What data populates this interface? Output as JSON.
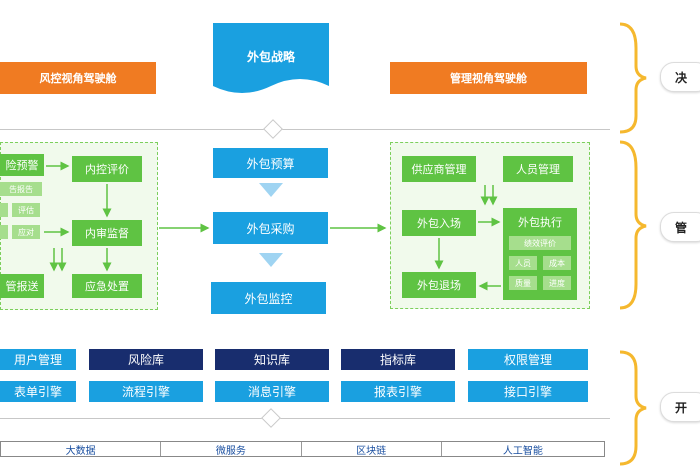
{
  "top": {
    "strategy": "外包战略",
    "left_cockpit": "风控视角驾驶舱",
    "right_cockpit": "管理视角驾驶舱"
  },
  "center_flow": [
    "外包预算",
    "外包采购",
    "外包监控"
  ],
  "left_panel": {
    "risk_warning": "险预警",
    "report_tag": "告报告",
    "assess_tag": "评估",
    "respond_tag": "应对",
    "internal_eval": "内控评价",
    "internal_audit": "内审监督",
    "report_send": "管报送",
    "emergency": "应急处置"
  },
  "right_panel": {
    "supplier": "供应商管理",
    "personnel": "人员管理",
    "entry": "外包入场",
    "exec": "外包执行",
    "exit": "外包退场",
    "perf_tag": "绩效评价",
    "people_tag": "人员",
    "cost_tag": "成本",
    "quality_tag": "质量",
    "progress_tag": "进度"
  },
  "platform_row1": [
    "用户管理",
    "风险库",
    "知识库",
    "指标库",
    "权限管理"
  ],
  "platform_row2": [
    "表单引擎",
    "流程引擎",
    "消息引擎",
    "报表引擎",
    "接口引擎"
  ],
  "base_row": [
    "大数据",
    "微服务",
    "区块链",
    "人工智能"
  ],
  "side_labels": {
    "decision": "决",
    "manage": "管",
    "dev": "开"
  },
  "colors": {
    "orange": "#f07b22",
    "blue": "#1aa0e0",
    "green": "#5fc343",
    "navy": "#182d6e",
    "bracket": "#f5b82e"
  }
}
